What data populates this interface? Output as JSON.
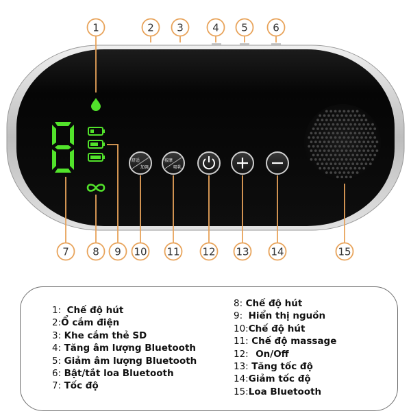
{
  "callouts": [
    "1",
    "2",
    "3",
    "4",
    "5",
    "6",
    "7",
    "8",
    "9",
    "10",
    "11",
    "12",
    "13",
    "14",
    "15"
  ],
  "device": {
    "display_digit": "8",
    "button_10_label": [
      "舒适",
      "加强"
    ],
    "button_11_label": [
      "按摩",
      "吸乳"
    ],
    "power_symbol": "⏻",
    "plus_symbol": "+",
    "minus_symbol": "−",
    "colors": {
      "body": "#0b0b0b",
      "rim": "#d7d7d7",
      "display_green": "#52e32b",
      "callout_orange": "#e8a35a"
    }
  },
  "legend": {
    "left": [
      {
        "num": "1:",
        "text": "Chế độ hút"
      },
      {
        "num": "2:",
        "text": "Ổ cắm điện"
      },
      {
        "num": "3:",
        "text": "Khe cắm thẻ SD"
      },
      {
        "num": "4:",
        "text": "Tăng âm lượng Bluetooth"
      },
      {
        "num": "5:",
        "text": "Giảm âm lượng Bluetooth"
      },
      {
        "num": "6:",
        "text": "Bật/tắt loa Bluetooth"
      },
      {
        "num": "7:",
        "text": "Tốc độ"
      }
    ],
    "right": [
      {
        "num": "8:",
        "text": "Chế độ hút"
      },
      {
        "num": "9:",
        "text": "Hiển thị nguồn"
      },
      {
        "num": "10:",
        "text": "Chế độ hút"
      },
      {
        "num": "11:",
        "text": "Chế độ massage"
      },
      {
        "num": "12:",
        "text": "On/Off"
      },
      {
        "num": "13:",
        "text": "Tăng tốc độ"
      },
      {
        "num": "14:",
        "text": "Giảm tốc độ"
      },
      {
        "num": "15:",
        "text": "Loa Bluetooth"
      }
    ]
  }
}
